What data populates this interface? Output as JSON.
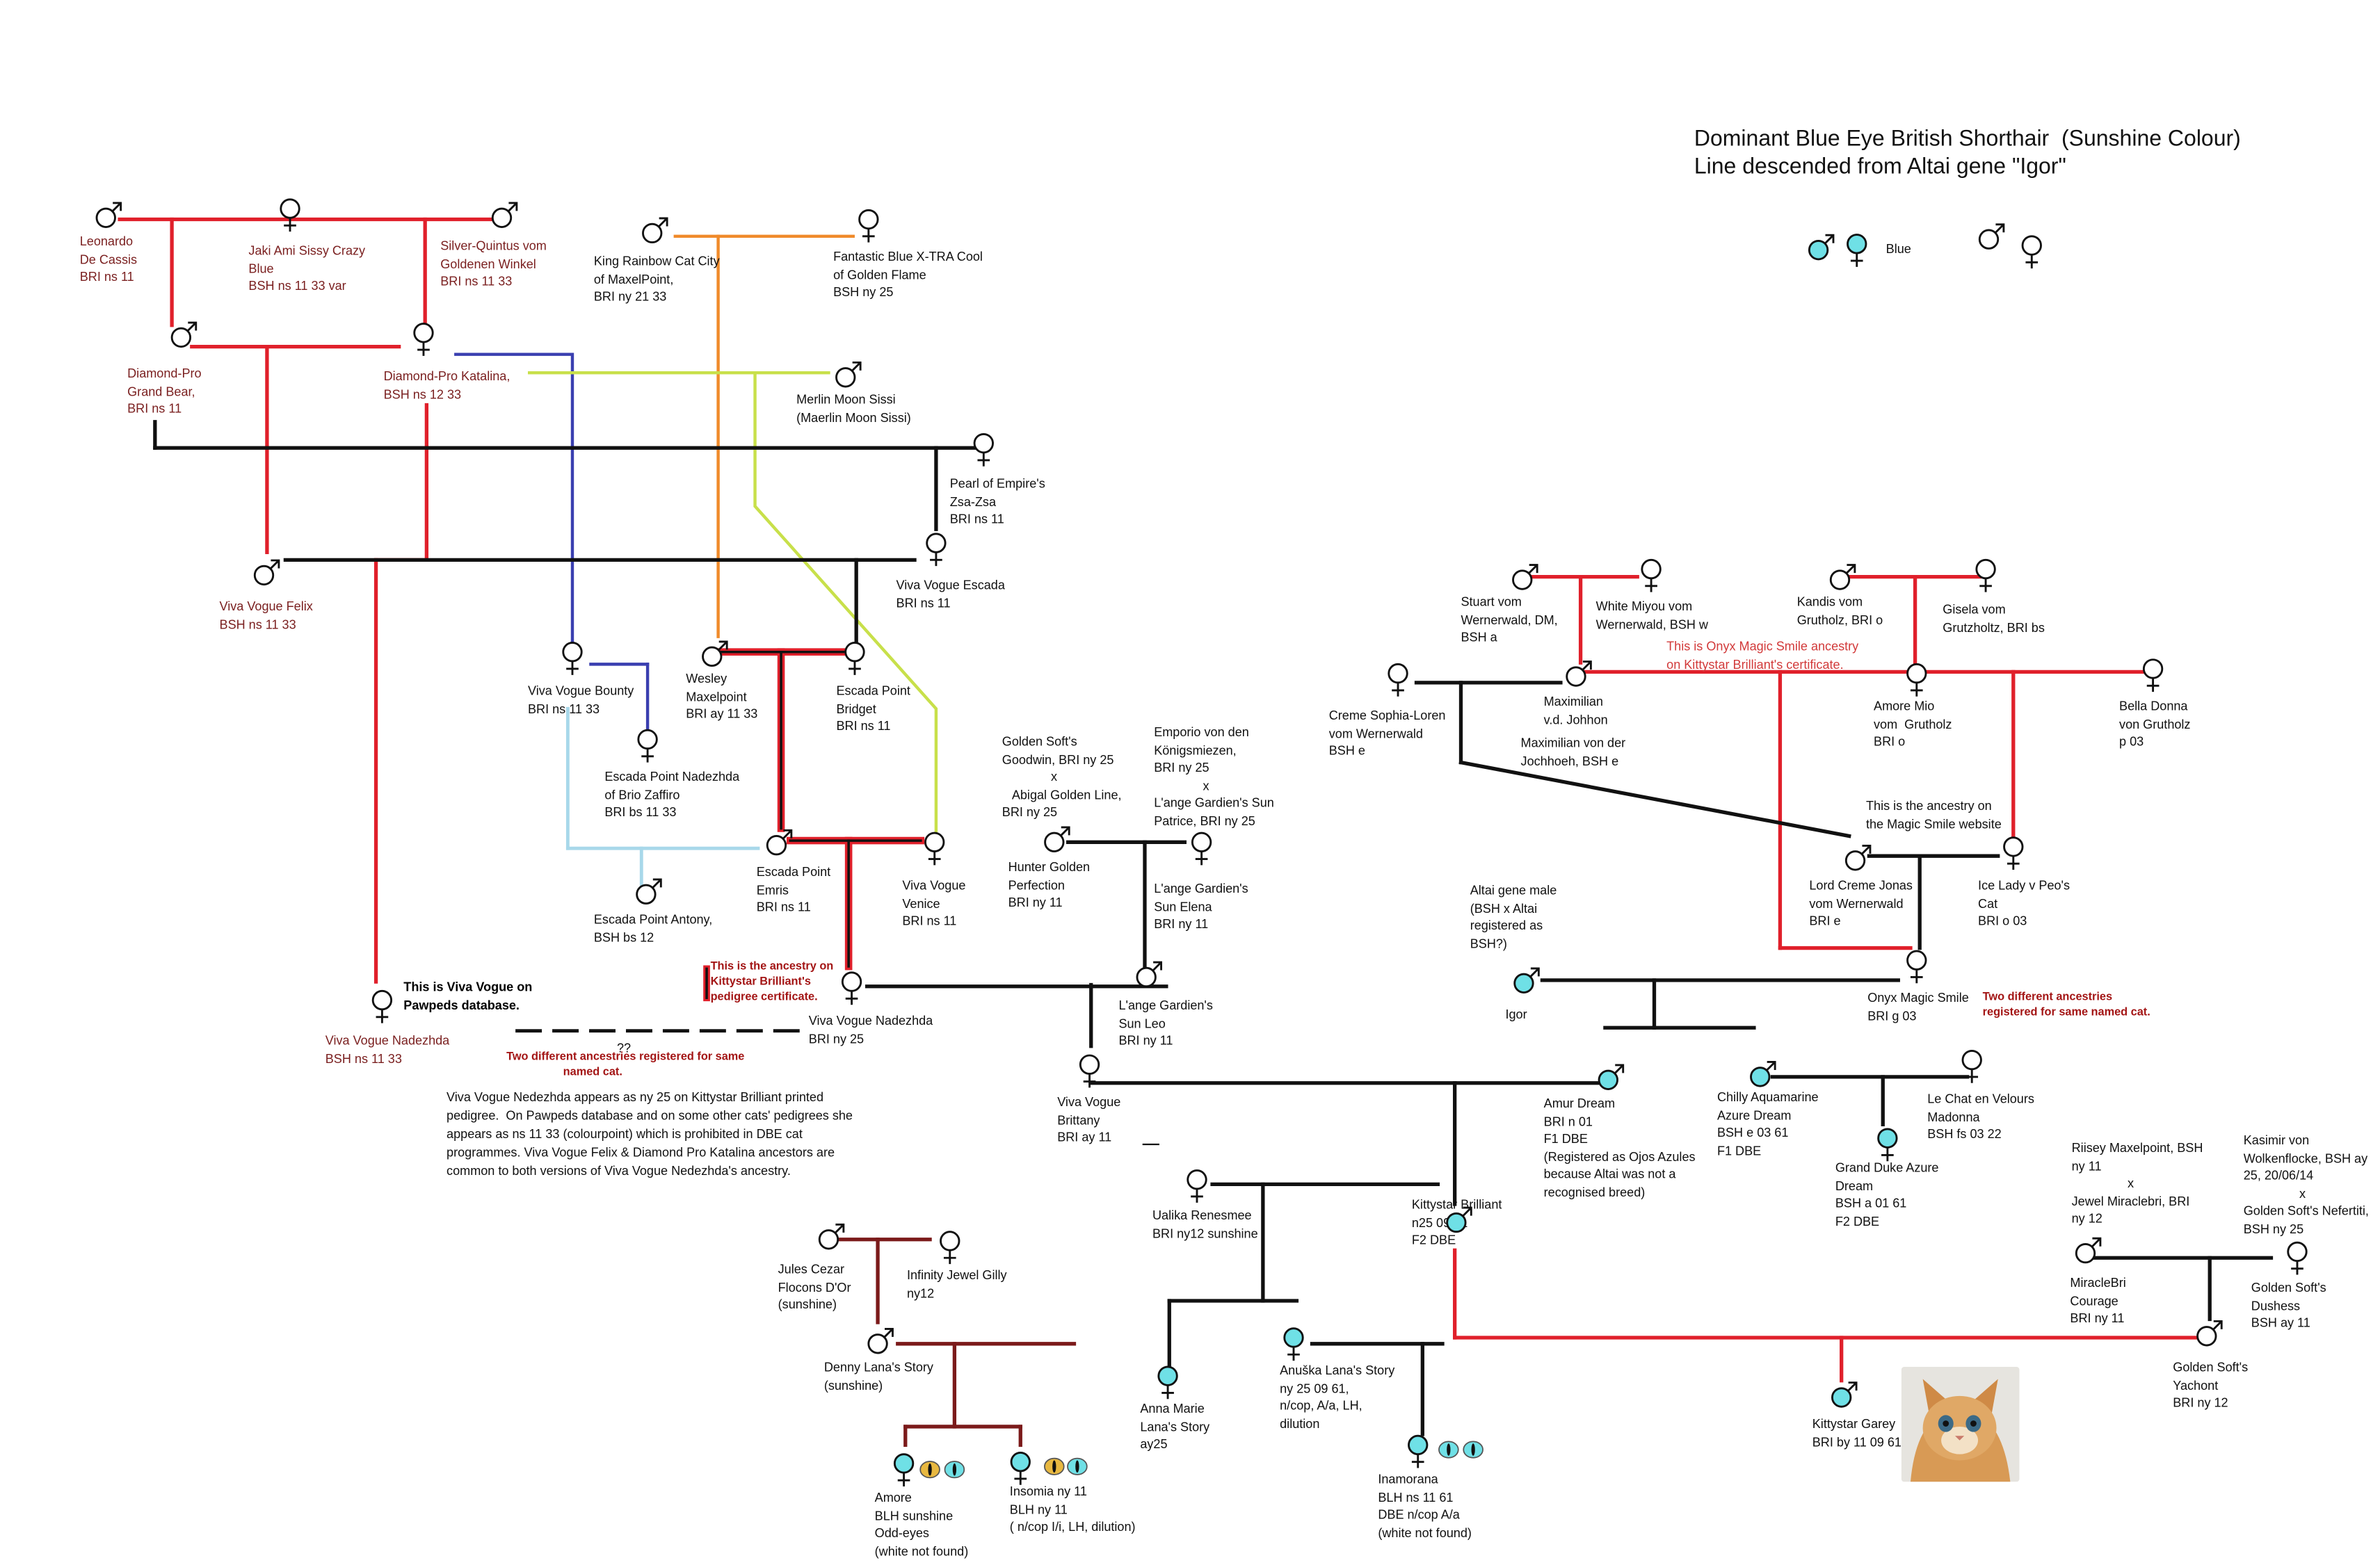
{
  "header": {
    "title_line1": "Dominant Blue Eye British Shorthair  (Sunshine Colour)",
    "title_line2": "Line descended from Altai gene \"Igor\""
  },
  "legend": {
    "blue_label": "Blue"
  },
  "cats": {
    "leonardo": "Leonardo\nDe Cassis\nBRI ns 11",
    "jaki": "Jaki Ami Sissy Crazy\nBlue\nBSH ns 11 33 var",
    "silver": "Silver-Quintus vom\nGoldenen Winkel\nBRI ns 11 33",
    "king_rainbow": "King Rainbow Cat City\nof MaxelPoint,\nBRI ny 21 33",
    "fantastic": "Fantastic Blue X-TRA Cool\nof Golden Flame\nBSH ny 25",
    "diamond_grand": "Diamond-Pro\nGrand Bear,\nBRI ns 11",
    "diamond_katalina": "Diamond-Pro Katalina,\nBSH ns 12 33",
    "merlin": "Merlin Moon Sissi\n(Maerlin Moon Sissi)",
    "pearl": "Pearl of Empire's\nZsa-Zsa\nBRI ns 11",
    "viva_escada": "Viva Vogue Escada\nBRI ns 11",
    "viva_felix": "Viva Vogue Felix\nBSH ns 11 33",
    "viva_bounty": "Viva Vogue Bounty\nBRI ns 11 33",
    "wesley": "Wesley\nMaxelpoint\nBRI ay 11 33",
    "escada_bridget": "Escada Point\nBridget\nBRI ns 11",
    "escada_nadezhda": "Escada Point Nadezhda\nof Brio Zaffiro\nBRI bs 11 33",
    "escada_emris": "Escada Point\nEmris\nBRI ns 11",
    "viva_venice": "Viva Vogue\nVenice\nBRI ns 11",
    "escada_antony": "Escada Point Antony,\nBSH bs 12",
    "viva_nadezhda_right": "Viva Vogue Nadezhda\nBRI ny 25",
    "viva_nadezhda_left": "Viva Vogue Nadezhda\nBSH ns 11 33",
    "golden_goodwin": "Golden Soft's\nGoodwin, BRI ny 25\n              x\n   Abigal Golden Line,\nBRI ny 25",
    "emporio": "Emporio von den\nKönigsmiezen,\nBRI ny 25\n              x\nL'ange Gardien's Sun\nPatrice, BRI ny 25",
    "hunter": "Hunter Golden\nPerfection\nBRI ny 11",
    "lange_elena": "L'ange Gardien's\nSun Elena\nBRI ny 11",
    "lange_leo": "L'ange Gardien's\nSun Leo\nBRI ny 11",
    "viva_brittany": "Viva Vogue\nBrittany\nBRI ay 11",
    "stuart": "Stuart vom\nWernerwald, DM,\nBSH a",
    "white_miyou": "White Miyou vom\nWernerwald, BSH w",
    "kandis": "Kandis vom\nGrutholz, BRI o",
    "gisela": "Gisela vom\nGrutzholtz, BRI bs",
    "creme_sophia": "Creme Sophia-Loren\nvom Wernerwald\nBSH e",
    "maximilian": "Maximilian\nv.d. Johhon",
    "maximilian_alt": "Maximilian von der\nJochhoeh, BSH e",
    "amore_mio": "Amore Mio\nvom  Grutholz\nBRI o",
    "bella_donna": "Bella Donna\nvon Grutholz\np 03",
    "lord_creme": "Lord Creme Jonas\nvom Wernerwald\nBRI e",
    "ice_lady": "Ice Lady v Peo's\nCat\nBRI o 03",
    "altai_note": "Altai gene male\n(BSH x Altai\nregistered as\nBSH?)",
    "igor": "Igor",
    "onyx": "Onyx Magic Smile\nBRI g 03",
    "amur": "Amur Dream\nBRI n 01\nF1 DBE\n(Registered as Ojos Azules\nbecause Altai was not a\nrecognised breed)",
    "chilly": "Chilly Aquamarine\nAzure Dream\nBSH e 03 61\nF1 DBE",
    "le_chat": "Le Chat en Velours\nMadonna\nBSH fs 03 22",
    "grand_duke": "Grand Duke Azure\nDream\nBSH a 01 61\nF2 DBE",
    "kittystar_brilliant": "Kittystar Brilliant\nn25 09 61\nF2 DBE",
    "ualika": "Ualika Renesmee\nBRI ny12 sunshine",
    "riisey": "Riisey Maxelpoint, BSH\nny 11\n                x\nJewel Miraclebri, BRI\nny 12",
    "kasimir": "Kasimir von\nWolkenflocke, BSH ay\n25, 20/06/14\n                x\nGolden Soft's Nefertiti,\nBSH ny 25",
    "miraclebri": "MiracleBri\nCourage\nBRI ny 11",
    "golden_dushess": "Golden Soft's\nDushess\nBSH ay 11",
    "golden_yachont": "Golden Soft's\nYachont\nBRI ny 12",
    "jules": "Jules Cezar\nFlocons D'Or\n(sunshine)",
    "infinity": "Infinity Jewel Gilly\nny12",
    "denny": "Denny Lana's Story\n(sunshine)",
    "anna_marie": "Anna Marie\nLana's Story\nay25",
    "anuska": "Anuška Lana's Story\nny 25 09 61,\nn/cop, A/a, LH,\ndilution",
    "inamorana": "Inamorana\nBLH ns 11 61\nDBE n/cop A/a\n(white not found)",
    "kittystar_garey": "Kittystar Garey\nBRI by 11 09 61",
    "amore": "Amore\nBLH sunshine\nOdd-eyes\n(white not found)",
    "insomia": "Insomia ny 11\nBLH ny 11\n( n/cop I/i, LH, dilution)"
  },
  "notes": {
    "pawpeds": "This is Viva Vogue on\nPawpeds database.",
    "kittystar_pedigree": "This is the ancestry on\nKittystar Brilliant's\npedigree certificate.",
    "two_ancestries_left": "Two different ancestries registered for same\n                  named cat.",
    "qq": "??",
    "explanation": "Viva Vogue Nedezhda appears as ny 25 on Kittystar Brilliant printed\npedigree.  On Pawpeds database and on some other cats' pedigrees she\nappears as ns 11 33 (colourpoint) which is prohibited in DBE cat\nprogrammes. Viva Vogue Felix & Diamond Pro Katalina ancestors are\ncommon to both versions of Viva Vogue Nedezhda's ancestry.",
    "onyx_ancestry": "This is Onyx Magic Smile ancestry\non Kittystar Brilliant's certificate.",
    "magic_smile_site": "This is the ancestry on\nthe Magic Smile website",
    "two_ancestries_right": "Two different ancestries\nregistered for same named cat."
  },
  "colors": {
    "red_line": "#e0202b",
    "dark_red_line": "#7b1a1a",
    "blue_line": "#3a3fb0",
    "light_blue_line": "#a8d8ea",
    "orange_line": "#f08a2a",
    "yellow_green_line": "#c8e04a",
    "blue_cat_fill": "#6fe0e6",
    "black_line": "#111111"
  }
}
